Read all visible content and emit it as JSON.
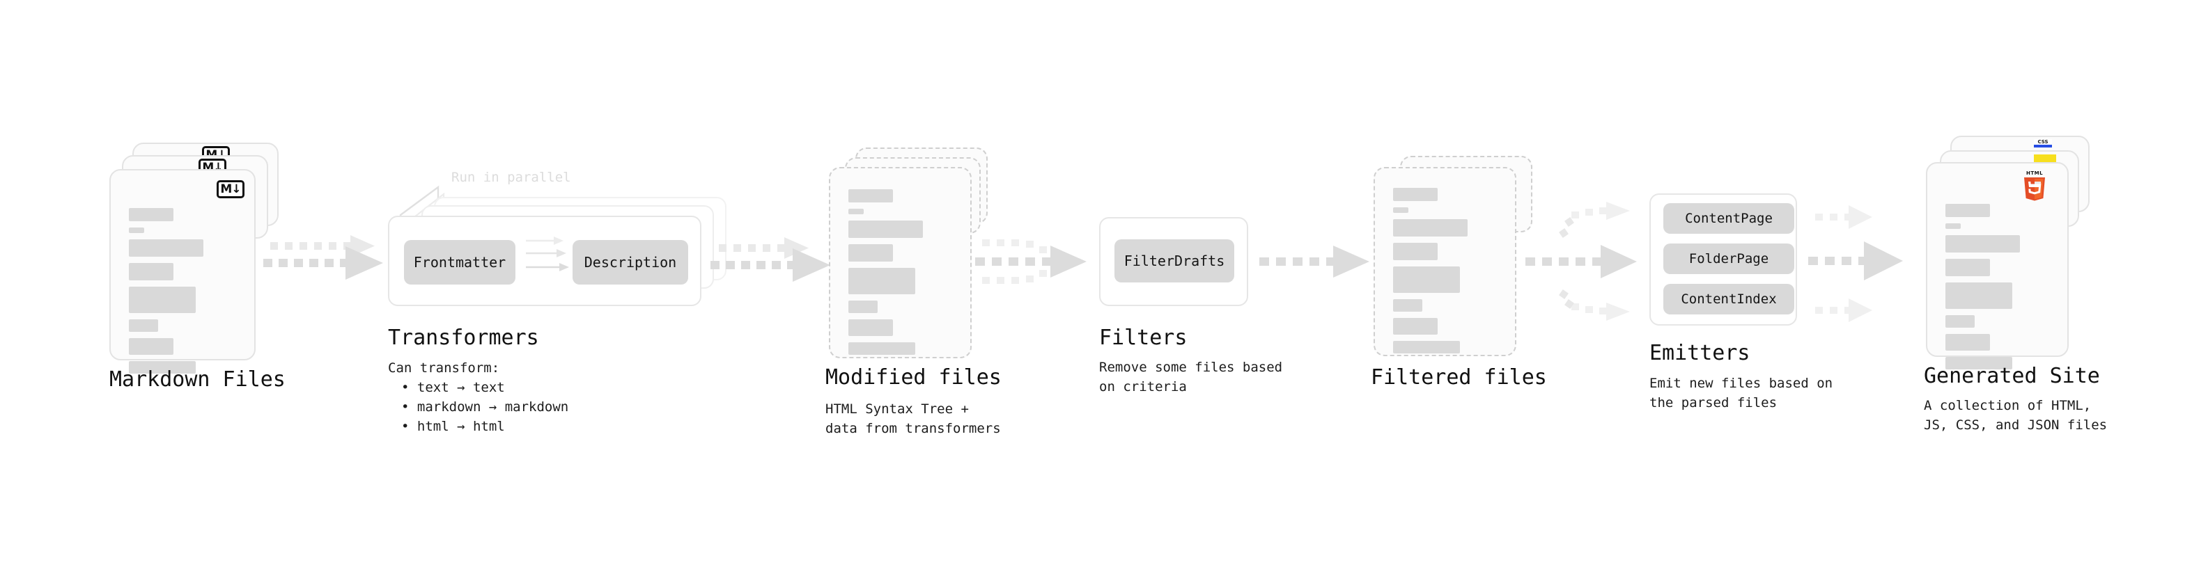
{
  "diagram": {
    "title_semantic": "quartz-build-pipeline",
    "colors": {
      "card_bg": "#fbfbfb",
      "card_border": "#e3e3e3",
      "dashed_border": "#cfcfcf",
      "bar_fill": "#d9d9d9",
      "chip_fill": "#d9d9d9",
      "arrow_fill": "#dcdcdc",
      "text": "#111111",
      "muted_text": "#dcdcdc",
      "css_blue": "#264de4",
      "js_yellow": "#f7df1e",
      "html5_orange": "#e44d26",
      "html5_orange_light": "#f16529"
    },
    "stages": [
      {
        "id": "markdown-files",
        "title": "Markdown Files",
        "subtitle": "",
        "badge": "M↓",
        "badge_kind": "markdown-icon",
        "kind": "file-stack",
        "border": "solid"
      },
      {
        "id": "transformers",
        "title": "Transformers",
        "subtitle": "Can transform:",
        "annotation": "Run in parallel",
        "kind": "group-box",
        "chips": [
          "Frontmatter",
          "Description"
        ],
        "bullets": [
          "• text → text",
          "• markdown → markdown",
          "• html → html"
        ]
      },
      {
        "id": "modified-files",
        "title": "Modified files",
        "subtitle": "HTML Syntax Tree +\ndata from transformers",
        "kind": "file-stack",
        "border": "dashed"
      },
      {
        "id": "filters",
        "title": "Filters",
        "subtitle": "Remove some files based\non criteria",
        "kind": "group-box",
        "chips": [
          "FilterDrafts"
        ]
      },
      {
        "id": "filtered-files",
        "title": "Filtered files",
        "subtitle": "",
        "kind": "file-stack",
        "border": "dashed"
      },
      {
        "id": "emitters",
        "title": "Emitters",
        "subtitle": "Emit new files based on\nthe parsed files",
        "kind": "group-box",
        "chips": [
          "ContentPage",
          "FolderPage",
          "ContentIndex"
        ]
      },
      {
        "id": "generated-site",
        "title": "Generated Site",
        "subtitle": "A collection of HTML,\nJS, CSS, and JSON files",
        "kind": "file-stack",
        "border": "solid",
        "badges": [
          "css-icon",
          "js-icon",
          "html5-icon"
        ],
        "badge_labels": {
          "css": "CSS",
          "html5": "HTML"
        }
      }
    ],
    "connectors": [
      {
        "from": "markdown-files",
        "to": "transformers",
        "style": "dashed-arrow",
        "fan": "stacked"
      },
      {
        "from": "transformers",
        "to": "modified-files",
        "style": "dashed-arrow",
        "fan": "stacked"
      },
      {
        "from": "modified-files",
        "to": "filters",
        "style": "dashed-arrow",
        "fan": "merge"
      },
      {
        "from": "filters",
        "to": "filtered-files",
        "style": "dashed-arrow",
        "fan": "single"
      },
      {
        "from": "filtered-files",
        "to": "emitters",
        "style": "dashed-arrow",
        "fan": "split3"
      },
      {
        "from": "emitters",
        "to": "generated-site",
        "style": "dashed-arrow",
        "fan": "merge3"
      }
    ]
  }
}
